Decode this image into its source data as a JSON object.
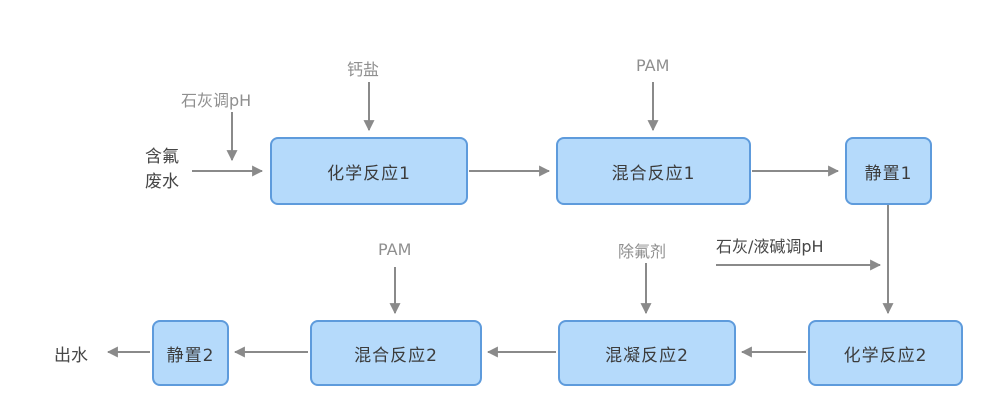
{
  "colors": {
    "background": "#ffffff",
    "node-fill": "#b5dafb",
    "node-border": "#5e9bdc",
    "node-text": "#3c3c3c",
    "arrow": "#8a8a8a",
    "label-gray": "#8f8f8f",
    "label-dark": "#474747"
  },
  "nodes": {
    "chem1": {
      "label": "化学反应1"
    },
    "mix1": {
      "label": "混合反应1"
    },
    "settle1": {
      "label": "静置1"
    },
    "chem2": {
      "label": "化学反应2"
    },
    "coag2": {
      "label": "混凝反应2"
    },
    "mix2": {
      "label": "混合反应2"
    },
    "settle2": {
      "label": "静置2"
    }
  },
  "labels": {
    "lime_ph": "石灰调pH",
    "influent": "含氟\n废水",
    "calcium_salt": "钙盐",
    "pam_top": "PAM",
    "lime_caustic_ph": "石灰/液碱调pH",
    "pam_bottom": "PAM",
    "defluoridation_agent": "除氟剂",
    "effluent": "出水"
  },
  "edges": [
    {
      "from": "含氟废水",
      "to": "化学反应1"
    },
    {
      "from": "石灰调pH",
      "to": "含氟废水进水线"
    },
    {
      "from": "钙盐",
      "to": "化学反应1"
    },
    {
      "from": "化学反应1",
      "to": "混合反应1"
    },
    {
      "from": "PAM",
      "to": "混合反应1"
    },
    {
      "from": "混合反应1",
      "to": "静置1"
    },
    {
      "from": "静置1",
      "to": "化学反应2"
    },
    {
      "from": "石灰/液碱调pH",
      "to": "静置1至化学反应2连线"
    },
    {
      "from": "除氟剂",
      "to": "混凝反应2"
    },
    {
      "from": "化学反应2",
      "to": "混凝反应2"
    },
    {
      "from": "混凝反应2",
      "to": "混合反应2"
    },
    {
      "from": "PAM",
      "to": "混合反应2"
    },
    {
      "from": "混合反应2",
      "to": "静置2"
    },
    {
      "from": "静置2",
      "to": "出水"
    }
  ]
}
